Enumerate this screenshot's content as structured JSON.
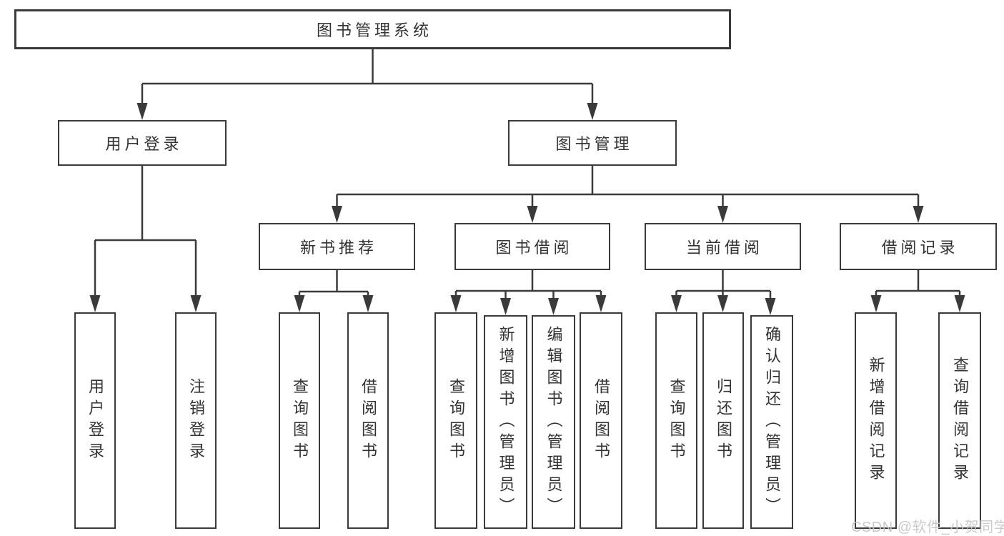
{
  "tree": {
    "root": {
      "label": "图书管理系统"
    },
    "branches": [
      {
        "label": "用户登录",
        "children": [
          {
            "label": "用户登录"
          },
          {
            "label": "注销登录"
          }
        ]
      },
      {
        "label": "图书管理",
        "children": [
          {
            "label": "新书推荐",
            "children": [
              {
                "label": "查询图书"
              },
              {
                "label": "借阅图书"
              }
            ]
          },
          {
            "label": "图书借阅",
            "children": [
              {
                "label": "查询图书"
              },
              {
                "label": "新增图书（管理员）"
              },
              {
                "label": "编辑图书（管理员）"
              },
              {
                "label": "借阅图书"
              }
            ]
          },
          {
            "label": "当前借阅",
            "children": [
              {
                "label": "查询图书"
              },
              {
                "label": "归还图书"
              },
              {
                "label": "确认归还（管理员）"
              }
            ]
          },
          {
            "label": "借阅记录",
            "children": [
              {
                "label": "新增借阅记录"
              },
              {
                "label": "查询借阅记录"
              }
            ]
          }
        ]
      }
    ]
  },
  "watermark": "CSDN @软件_小贺同学",
  "colors": {
    "line": "#3a3a3a",
    "text": "#333333",
    "watermark": "#c8c8c8",
    "background": "#ffffff"
  }
}
